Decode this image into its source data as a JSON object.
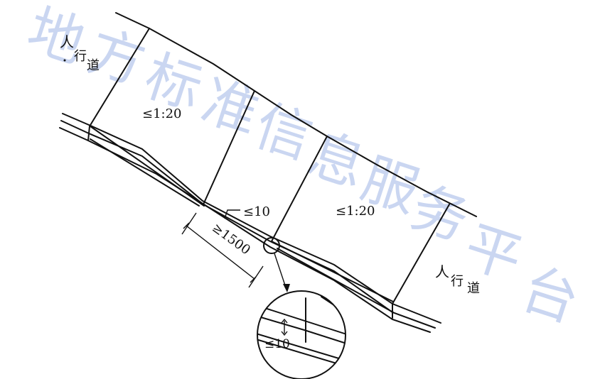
{
  "watermark": {
    "text": "地方标准信息服务平台",
    "color": "#9fb6e6"
  },
  "labels": {
    "sidewalk_left": {
      "part1": "人",
      "part2": "行",
      "part3": "道"
    },
    "sidewalk_right": {
      "part1": "人",
      "part2": "行",
      "part3": "道"
    },
    "slope_left": "≤1:20",
    "slope_right": "≤1:20",
    "curb_drop": "≤10",
    "min_width": "≥1500",
    "detail_drop": "≤10"
  }
}
